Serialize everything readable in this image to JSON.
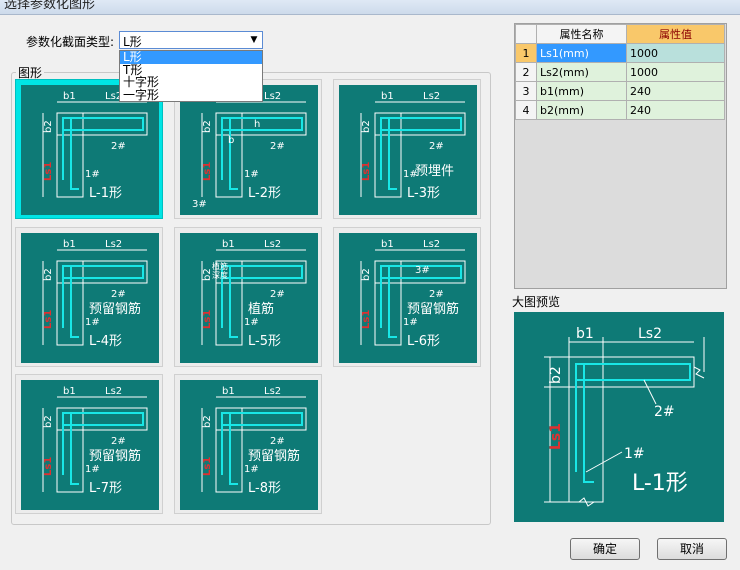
{
  "window": {
    "title": "选择参数化图形"
  },
  "section_type": {
    "label": "参数化截面类型:",
    "selected": "L形",
    "options": [
      "L形",
      "T形",
      "十字形",
      "一字形"
    ]
  },
  "group_title": "图形",
  "thumbs": [
    {
      "label": "L-1形",
      "tag": ""
    },
    {
      "label": "L-2形",
      "tag": ""
    },
    {
      "label": "L-3形",
      "tag": "预埋件"
    },
    {
      "label": "L-4形",
      "tag": "预留钢筋"
    },
    {
      "label": "L-5形",
      "tag": "植筋",
      "anno": "植筋",
      "anno2": "深度"
    },
    {
      "label": "L-6形",
      "tag": "预留钢筋"
    },
    {
      "label": "L-7形",
      "tag": "预留钢筋"
    },
    {
      "label": "L-8形",
      "tag": "预留钢筋"
    }
  ],
  "dims": {
    "b1": "b1",
    "b2": "b2",
    "ls1": "Ls1",
    "ls2": "Ls2",
    "b": "b",
    "h": "h",
    "r1": "1#",
    "r2": "2#",
    "r3": "3#"
  },
  "props": {
    "headers": [
      "属性名称",
      "属性值"
    ],
    "rows": [
      {
        "idx": "1",
        "name": "Ls1(mm)",
        "value": "1000"
      },
      {
        "idx": "2",
        "name": "Ls2(mm)",
        "value": "1000"
      },
      {
        "idx": "3",
        "name": "b1(mm)",
        "value": "240"
      },
      {
        "idx": "4",
        "name": "b2(mm)",
        "value": "240"
      }
    ]
  },
  "preview": {
    "label": "大图预览",
    "shape_label": "L-1形"
  },
  "buttons": {
    "ok": "确定",
    "cancel": "取消"
  },
  "colors": {
    "teal": "#0e7a76",
    "rebar": "#19e6e6",
    "dim": "#ffffff",
    "red": "#e03030"
  }
}
